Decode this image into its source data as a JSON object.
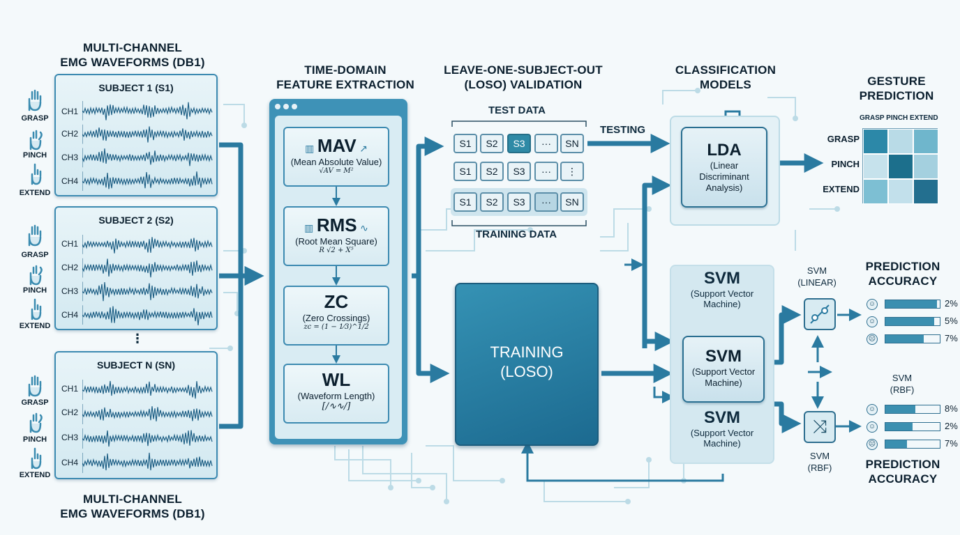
{
  "headers": {
    "emg_top": [
      "MULTI-CHANNEL",
      "EMG WAVEFORMS (DB1)"
    ],
    "emg_bottom": [
      "MULTI-CHANNEL",
      "EMG WAVEFORMS (DB1)"
    ],
    "feature": [
      "TIME-DOMAIN",
      "FEATURE EXTRACTION"
    ],
    "loso": [
      "LEAVE-ONE-SUBJECT-OUT",
      "(LOSO) VALIDATION"
    ],
    "models": [
      "CLASSIFICATION",
      "MODELS"
    ],
    "gesture": [
      "GESTURE",
      "PREDICTION"
    ]
  },
  "subjects": [
    {
      "title": "SUBJECT 1 (S1)"
    },
    {
      "title": "SUBJECT 2 (S2)"
    },
    {
      "title": "SUBJECT N (SN)"
    }
  ],
  "channels": [
    "CH1",
    "CH2",
    "CH3",
    "CH4"
  ],
  "gestures": [
    "GRASP",
    "PINCH",
    "EXTEND"
  ],
  "vertical_ellipsis": "⋮",
  "features": [
    {
      "name": "MAV",
      "desc": "(Mean Absolute Value)",
      "formula": "√AV = M²"
    },
    {
      "name": "RMS",
      "desc": "(Root Mean Square)",
      "formula": "R √2 + X⁵"
    },
    {
      "name": "ZC",
      "desc": "(Zero Crossings)",
      "formula": "zc = (1 − 1⁄3)^1/2"
    },
    {
      "name": "WL",
      "desc": "(Waveform Length)",
      "formula": "[∕∿∿∕]"
    }
  ],
  "loso_table": {
    "test_label": "TEST DATA",
    "train_label": "TRAINING DATA",
    "testing_label": "TESTING",
    "rows": [
      [
        "S1",
        "S2",
        "S3",
        "···",
        "SN"
      ],
      [
        "S1",
        "S2",
        "S3",
        "···",
        "⋮"
      ],
      [
        "S1",
        "S2",
        "S3",
        "···",
        "SN"
      ]
    ]
  },
  "training": {
    "line1": "TRAINING",
    "line2": "(LOSO)"
  },
  "lda": {
    "title": "LDA",
    "sub": [
      "(Linear",
      "Discriminant",
      "Analysis)"
    ]
  },
  "svm_blocks": [
    {
      "title": "SVM",
      "sub": [
        "(Support Vector",
        "Machine)"
      ]
    },
    {
      "title": "SVM",
      "sub": [
        "(Support Vector",
        "Machine)"
      ]
    },
    {
      "title": "SVM",
      "sub": [
        "(Support Vector",
        "Machine)"
      ]
    }
  ],
  "gesture_matrix": {
    "col_labels": "GRASP PINCH EXTEND",
    "row_labels": [
      "GRASP",
      "PINCH",
      "EXTEND"
    ],
    "colors": [
      [
        "#2c88a8",
        "#b9dbe7",
        "#6fb6cc"
      ],
      [
        "#c6e2ec",
        "#1c6f8c",
        "#a4d0df"
      ],
      [
        "#7dbfd3",
        "#c2e0eb",
        "#236f8f"
      ]
    ]
  },
  "svm_linear": {
    "label": [
      "SVM",
      "(LINEAR)"
    ]
  },
  "svm_rbf_top": {
    "label": [
      "SVM",
      "(RBF)"
    ]
  },
  "svm_rbf_bottom": {
    "label": [
      "SVM",
      "(RBF)"
    ]
  },
  "prediction_accuracy_label": [
    "PREDICTION",
    "ACCURACY"
  ],
  "accuracy_top": [
    {
      "face": "☺",
      "value": "2%",
      "fraction": 0.95
    },
    {
      "face": "☺",
      "value": "5%",
      "fraction": 0.9
    },
    {
      "face": "☹",
      "value": "7%",
      "fraction": 0.7
    }
  ],
  "accuracy_bottom": [
    {
      "face": "☺",
      "value": "8%",
      "fraction": 0.55
    },
    {
      "face": "☺",
      "value": "2%",
      "fraction": 0.5
    },
    {
      "face": "☹",
      "value": "7%",
      "fraction": 0.4
    }
  ]
}
